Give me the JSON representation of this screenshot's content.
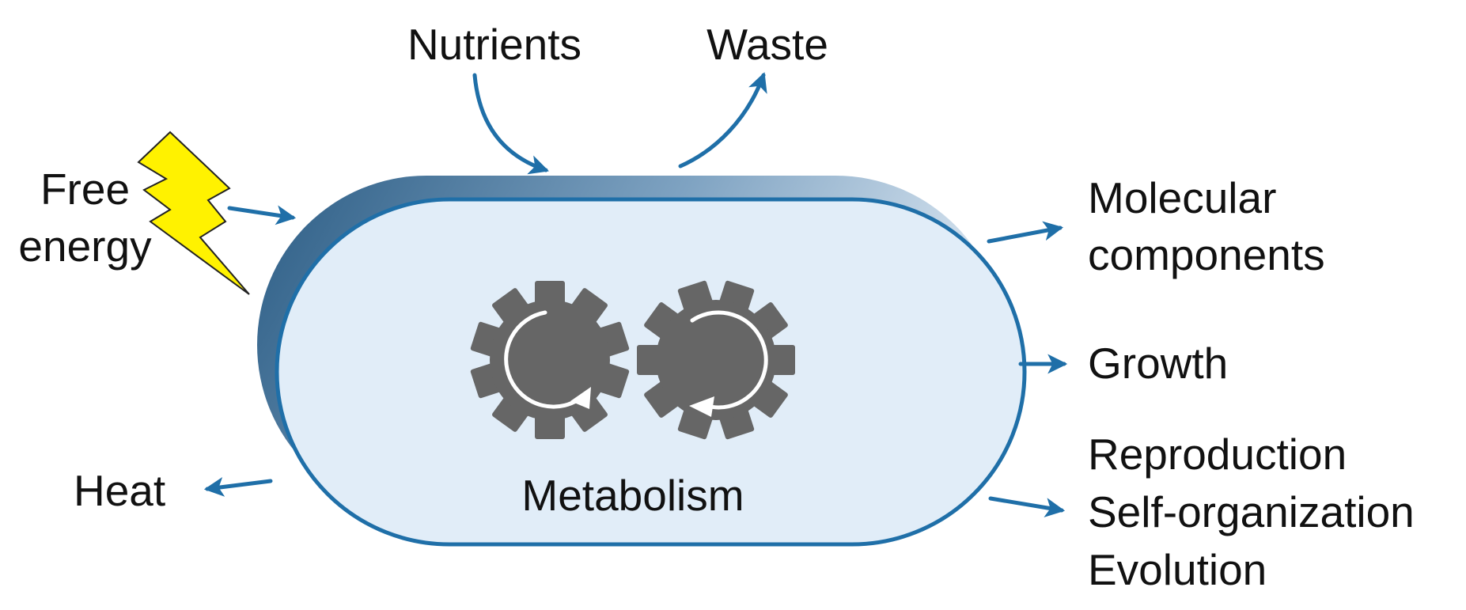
{
  "diagram": {
    "inputs": {
      "nutrients": "Nutrients",
      "free_energy": [
        "Free",
        "energy"
      ]
    },
    "outputs": {
      "waste": "Waste",
      "heat": "Heat",
      "molecular_components": [
        "Molecular",
        "components"
      ],
      "growth": "Growth",
      "emergent_properties": [
        "Reproduction",
        "Self-organization",
        "Evolution"
      ]
    },
    "cell": {
      "label": "Metabolism",
      "icon": "gears-icon"
    },
    "colors": {
      "arrow": "#1f6fa8",
      "cell_outline": "#1f6fa8",
      "cell_fill": "#e1edf8",
      "cell_shadow": "#2c5d85",
      "gear": "#666666",
      "lightning": "#fff200",
      "text": "#111111"
    }
  }
}
